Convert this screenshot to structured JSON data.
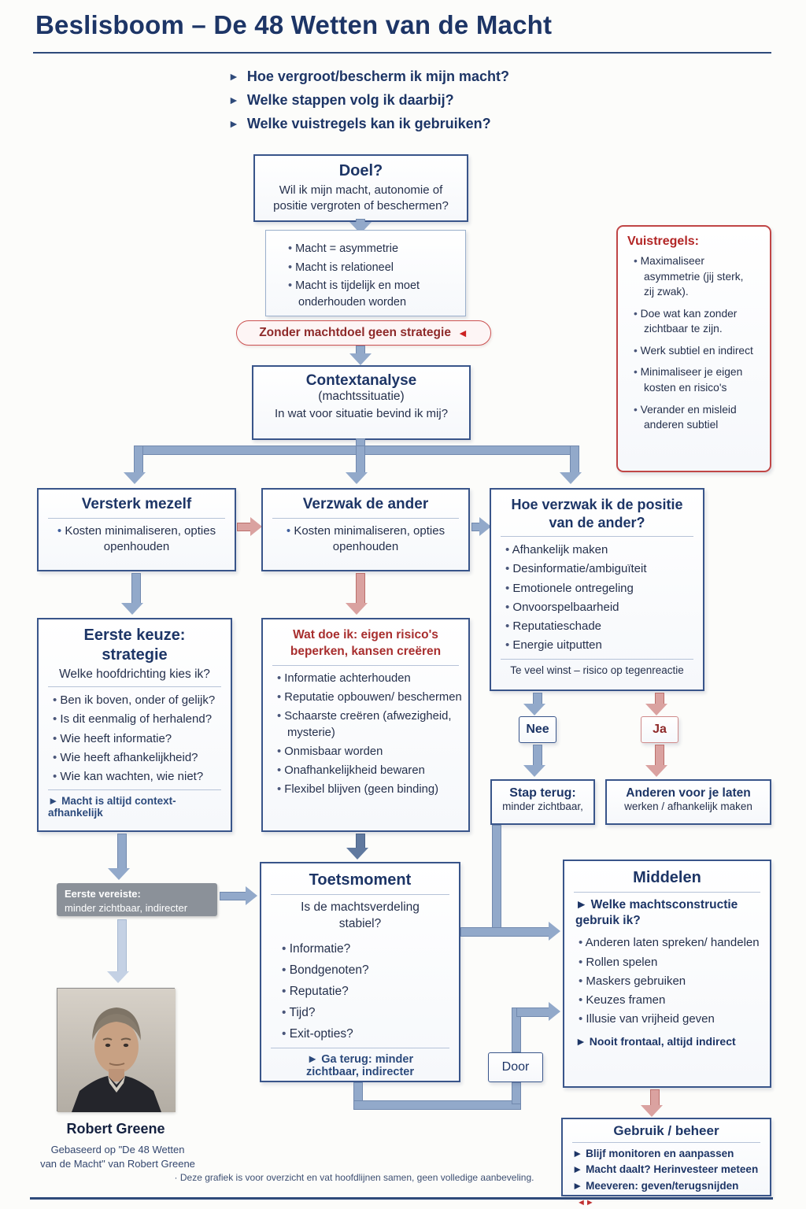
{
  "colors": {
    "navy": "#1d3566",
    "steel_arrow": "#92a9ca",
    "red_accent": "#b23a3a",
    "grey_box": "#8b9199"
  },
  "header": {
    "title": "Beslisboom – De 48 Wetten van de Macht",
    "intro": [
      "Hoe vergroot/bescherm ik mijn macht?",
      "Welke stappen volg ik daarbij?",
      "Welke vuistregels kan ik gebruiken?"
    ]
  },
  "doel": {
    "title": "Doel?",
    "body": "Wil ik mijn macht, autonomie of positie vergroten of beschermen?",
    "facts": [
      "Macht = asymmetrie",
      "Macht is relationeel",
      "Macht is tijdelijk en moet onderhouden worden"
    ]
  },
  "zonder_note": "Zonder machtdoel geen strategie",
  "vuistregels": {
    "title": "Vuistregels:",
    "items": [
      "Maximaliseer asymmetrie (jij sterk, zij zwak).",
      "Doe wat kan zonder zichtbaar te zijn.",
      "Werk subtiel en indirect",
      "Minimaliseer je eigen kosten en risico's",
      "Verander en misleid anderen subtiel"
    ]
  },
  "context": {
    "title": "Contextanalyse",
    "subtitle": "(machtssituatie)",
    "body": "In wat voor situatie bevind ik mij?"
  },
  "versterk": {
    "title": "Versterk mezelf",
    "bullet": "Kosten minimaliseren, opties openhouden"
  },
  "verzwak": {
    "title": "Verzwak de ander",
    "bullet": "Kosten minimaliseren, opties openhouden"
  },
  "hoe_verzwak": {
    "title": "Hoe verzwak ik de positie van de ander?",
    "items": [
      "Afhankelijk maken",
      "Desinformatie/ambiguïteit",
      "Emotionele ontregeling",
      "Onvoorspelbaarheid",
      "Reputatieschade",
      "Energie uitputten"
    ],
    "footer": "Te veel winst – risico op tegenreactie"
  },
  "eerste_keuze": {
    "title": "Eerste keuze: strategie",
    "question": "Welke hoofdrichting kies ik?",
    "items": [
      "Ben ik boven, onder of gelijk?",
      "Is dit eenmalig of herhalend?",
      "Wie heeft informatie?",
      "Wie heeft afhankelijkheid?",
      "Wie kan wachten, wie niet?"
    ],
    "footer": "► Macht is altijd context-afhankelijk"
  },
  "strategie_acties": {
    "heading": "Wat doe ik: eigen risico's beperken, kansen creëren",
    "items": [
      "Informatie achterhouden",
      "Reputatie opbouwen/ beschermen",
      "Schaarste creëren (afwezigheid, mysterie)",
      "Onmisbaar worden",
      "Onafhankelijkheid bewaren",
      "Flexibel blijven (geen binding)"
    ]
  },
  "branch": {
    "nee": "Nee",
    "ja": "Ja"
  },
  "stap_terug": {
    "title": "Stap terug:",
    "body": "minder zichtbaar,"
  },
  "anderen": {
    "title": "Anderen voor je laten",
    "body": "werken / afhankelijk maken"
  },
  "tussenstap": {
    "line1": "Eerste vereiste:",
    "line2": "minder zichtbaar, indirecter"
  },
  "toetsmoment": {
    "title": "Toetsmoment",
    "question": "Is de machtsverdeling stabiel?",
    "items": [
      "Informatie?",
      "Bondgenoten?",
      "Reputatie?",
      "Tijd?",
      "Exit-opties?"
    ],
    "footer": "► Ga terug: minder zichtbaar, indirecter"
  },
  "middelen": {
    "title": "Middelen",
    "lead": "► Welke machtsconstructie gebruik ik?",
    "items": [
      "Anderen laten spreken/ handelen",
      "Rollen spelen",
      "Maskers gebruiken",
      "Keuzes framen",
      "Illusie van vrijheid geven"
    ],
    "footer": "► Nooit frontaal, altijd indirect"
  },
  "door_label": "Door",
  "gebruik": {
    "title": "Gebruik / beheer",
    "items": [
      "► Blijf monitoren en aanpassen",
      "► Macht daalt? Herinvesteer meteen",
      "► Meeveren: geven/terugsnijden"
    ]
  },
  "author": {
    "name": "Robert Greene",
    "credit1": "Gebaseerd op \"De 48 Wetten",
    "credit2": "van de Macht\" van Robert Greene"
  },
  "footnote": "· Deze grafiek is voor overzicht en vat hoofdlijnen samen, geen volledige aanbeveling."
}
